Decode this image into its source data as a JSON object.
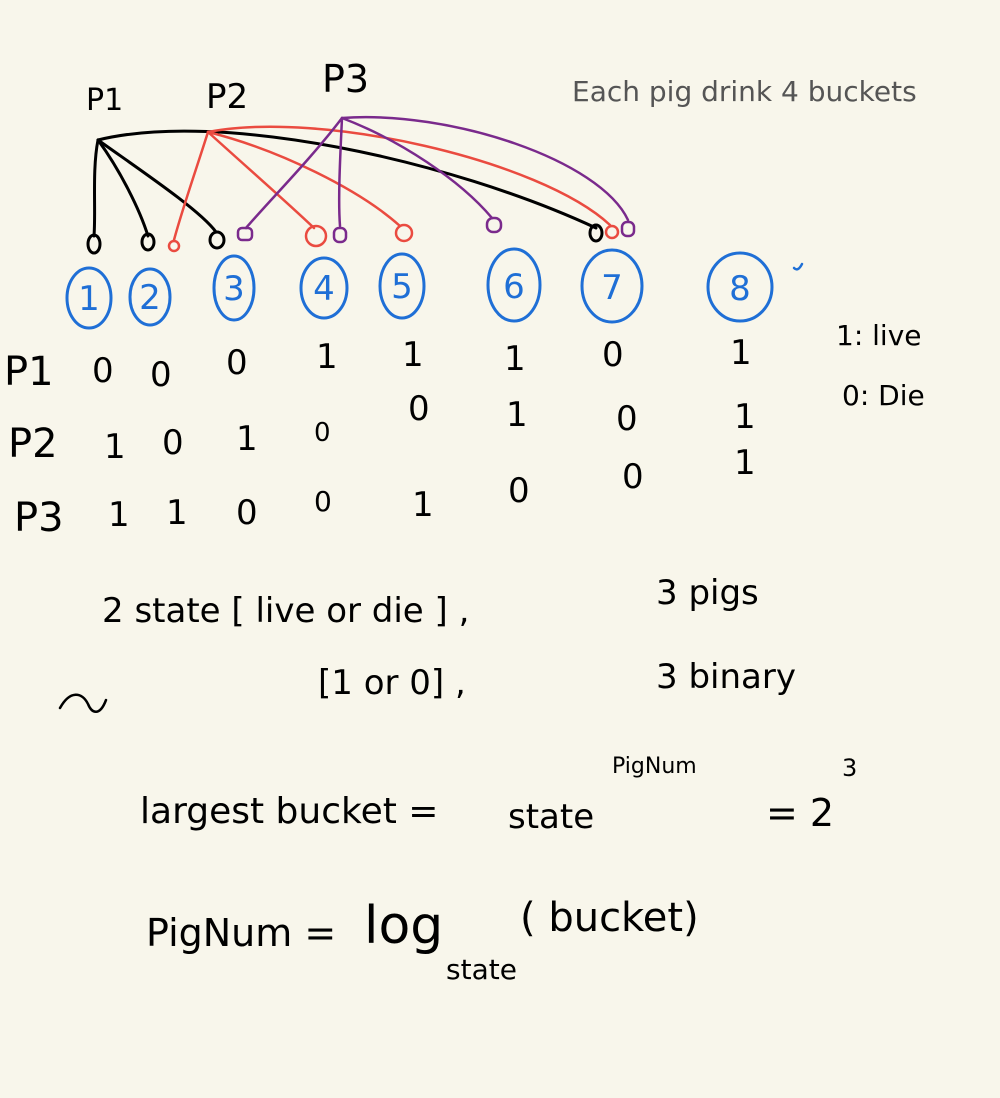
{
  "pigs": [
    {
      "label": "P1",
      "color": "#000000"
    },
    {
      "label": "P2",
      "color": "#ea4b40"
    },
    {
      "label": "P3",
      "color": "#7a2a8c"
    }
  ],
  "note_top": "Each pig drink 4 buckets",
  "buckets": [
    "1",
    "2",
    "3",
    "4",
    "5",
    "6",
    "7",
    "8"
  ],
  "bucket_color": "#1f6fd6",
  "legend": {
    "live": "1: live",
    "die": "0: Die"
  },
  "table": {
    "rows": [
      {
        "label": "P1",
        "values": [
          "0",
          "0",
          "0",
          "1",
          "1",
          "1",
          "0",
          "1"
        ]
      },
      {
        "label": "P2",
        "values": [
          "1",
          "0",
          "1",
          "0",
          "0",
          "1",
          "0",
          "1"
        ]
      },
      {
        "label": "P3",
        "values": [
          "1",
          "1",
          "0",
          "0",
          "1",
          "0",
          "0",
          "1"
        ]
      }
    ]
  },
  "notes": {
    "line1_a": "2 state [ live or die ] ,",
    "line1_b": "3 pigs",
    "tilde": "~",
    "line2_a": "[1 or 0] ,",
    "line2_b": "3 binary",
    "formula1_lhs": "largest bucket =",
    "formula1_base": "state",
    "formula1_exp": "PigNum",
    "formula1_rhs": "= 2",
    "formula1_rhs_exp": "3",
    "formula2_lhs": "PigNum =",
    "formula2_log": "log",
    "formula2_sub": "state",
    "formula2_arg": "( bucket)"
  }
}
